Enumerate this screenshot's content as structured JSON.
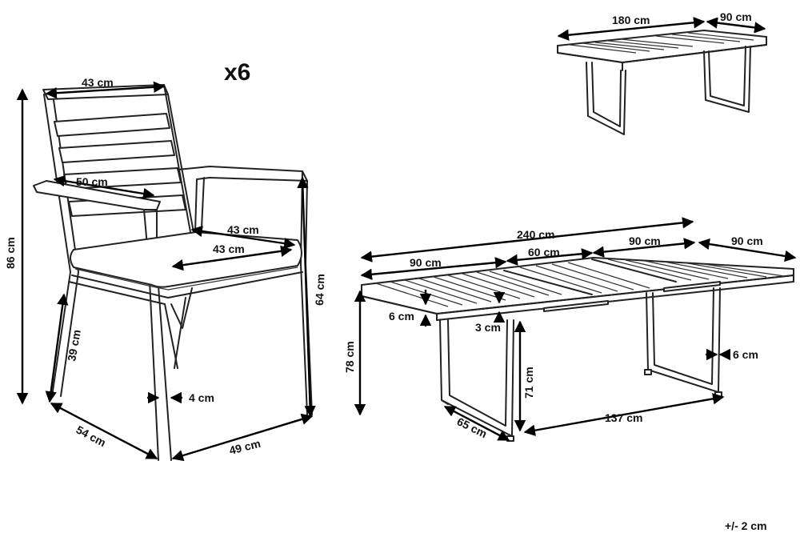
{
  "chair": {
    "quantity": "x6",
    "dims": {
      "backrest_width": "43 cm",
      "armrest_width": "50 cm",
      "seat_depth": "43 cm",
      "seat_width": "43 cm",
      "total_height": "86 cm",
      "seat_height": "39 cm",
      "arm_height": "64 cm",
      "leg_thickness": "4 cm",
      "depth": "54 cm",
      "width": "49 cm"
    }
  },
  "table_closed": {
    "dims": {
      "length": "180 cm",
      "width": "90 cm"
    }
  },
  "table_extended": {
    "dims": {
      "total_length": "240 cm",
      "section_left": "90 cm",
      "section_mid": "60 cm",
      "section_right": "90 cm",
      "width": "90 cm",
      "top_thickness": "6 cm",
      "frame_gap": "3 cm",
      "height": "78 cm",
      "leg_height": "71 cm",
      "leg_thickness": "6 cm",
      "base_depth": "65 cm",
      "leg_span": "137 cm"
    }
  },
  "tolerance": "+/- 2 cm"
}
